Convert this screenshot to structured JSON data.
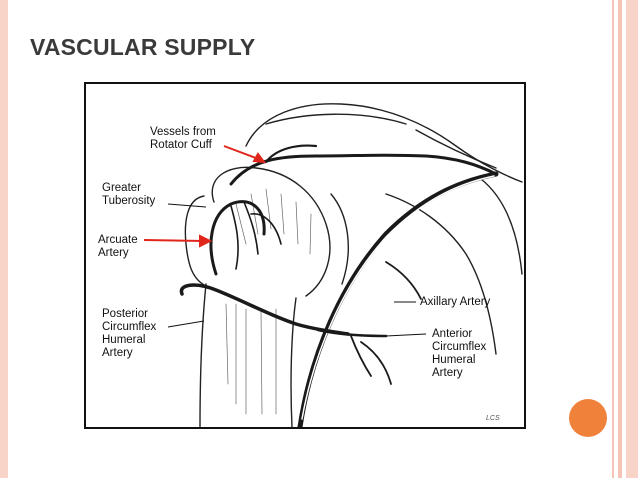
{
  "slide": {
    "title": "VASCULAR SUPPLY",
    "accent_color": "#f0813a",
    "stripe_color": "#f4c4b6"
  },
  "figure": {
    "labels": {
      "vessels_from_rotator_cuff": "Vessels from\nRotator Cuff",
      "greater_tuberosity": "Greater\nTuberosity",
      "arcuate_artery": "Arcuate\nArtery",
      "posterior_circumflex": "Posterior\nCircumflex\nHumeral\nArtery",
      "axillary_artery": "Axillary Artery",
      "anterior_circumflex": "Anterior\nCircumflex\nHumeral\nArtery"
    },
    "signature": "LCS"
  }
}
